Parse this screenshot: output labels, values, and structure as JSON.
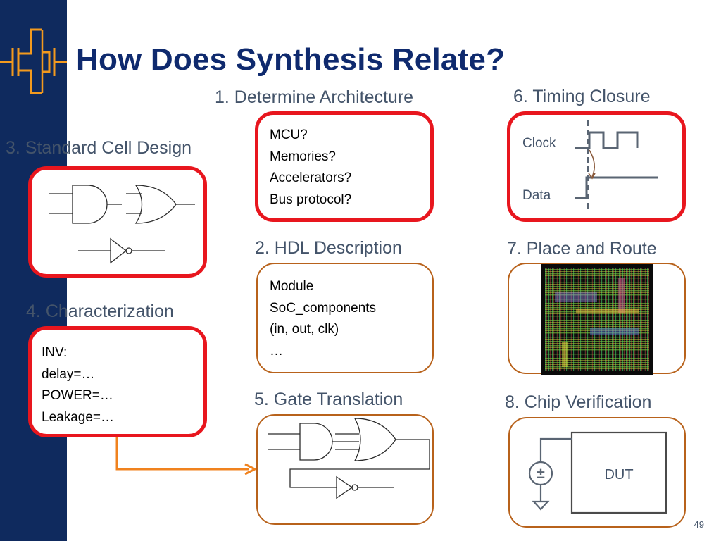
{
  "slide": {
    "title": "How Does Synthesis Relate?",
    "page_number": "49"
  },
  "sections": {
    "architecture": {
      "label": "1. Determine Architecture",
      "lines": [
        "MCU?",
        "Memories?",
        "Accelerators?",
        "Bus protocol?"
      ]
    },
    "hdl": {
      "label": "2. HDL Description",
      "lines": [
        "Module",
        "SoC_components",
        "(in, out, clk)",
        "…"
      ]
    },
    "standard_cell": {
      "label": "3. Standard Cell Design"
    },
    "characterization": {
      "label": "4. Characterization",
      "lines": [
        "INV:",
        "delay=…",
        "POWER=…",
        "Leakage=…"
      ]
    },
    "gate_translation": {
      "label": "5. Gate Translation"
    },
    "timing": {
      "label": "6. Timing Closure",
      "clock_label": "Clock",
      "data_label": "Data"
    },
    "place_route": {
      "label": "7. Place and Route"
    },
    "chip_verification": {
      "label": "8. Chip Verification",
      "dut_label": "DUT",
      "source_symbol": "±"
    }
  },
  "colors": {
    "sidebar": "#0f2a5e",
    "accent_orange": "#f39a1e",
    "title": "#0f2a6e",
    "red_border": "#e8161e",
    "brown_border": "#b8621b",
    "label": "#44546a",
    "arrow": "#f0821e"
  },
  "icons": {
    "logo": "transistor-logo-icon",
    "and_gate": "and-gate-icon",
    "or_gate": "or-gate-icon",
    "inverter": "inverter-icon",
    "voltage_source": "voltage-source-icon",
    "ground": "ground-icon"
  }
}
